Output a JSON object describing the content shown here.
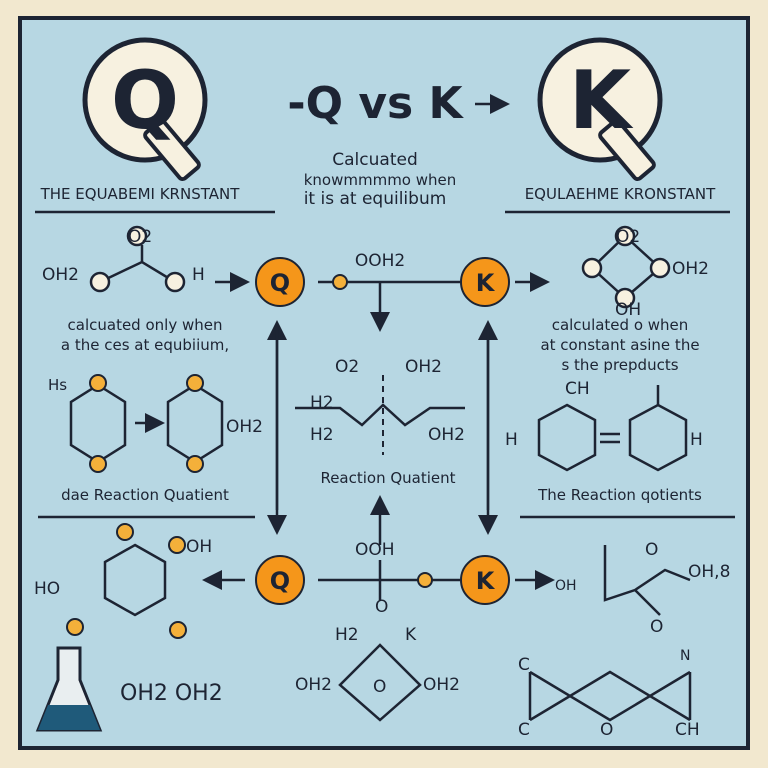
{
  "colors": {
    "background": "#f2e8cf",
    "panel": "#b7d7e3",
    "border": "#1d2433",
    "accent": "#f5961a"
  },
  "header": {
    "q_letter": "Q",
    "k_letter": "K",
    "title": "-Q vs K",
    "left_caption": "THE EQUABEMI KRNSTANT",
    "right_caption": "EQULAEHME KRONSTANT",
    "center_lines": [
      "Calcuated",
      "knowmmmmo when",
      "it is at equilibum"
    ]
  },
  "nodes": {
    "q": "Q",
    "k": "K"
  },
  "left_text": [
    "calcuated only when",
    "a the ces at equbiium,"
  ],
  "right_text": [
    "calculated o when",
    "at constant asine the",
    "s the prepducts"
  ],
  "center_label": "Reaction Quatient",
  "left_label": "dae Reaction Quatient",
  "right_label": "The Reaction qotients",
  "chem": {
    "row1_left": [
      "OH2",
      "O2",
      "H"
    ],
    "row1_center": "OOH2",
    "row1_right": [
      "O2",
      "OH2",
      "OH"
    ],
    "mid_center": [
      "O2",
      "OH2",
      "H2",
      "H2",
      "OH2"
    ],
    "mid_left": [
      "Hs",
      "OH2"
    ],
    "mid_right": [
      "CH",
      "H",
      "H"
    ],
    "bottom_left": [
      "HO",
      "OH",
      "OH2 OH2"
    ],
    "bottom_center": [
      "OOH",
      "O",
      "H2",
      "K",
      "OH2",
      "O",
      "OH2"
    ],
    "bottom_right": [
      "OH",
      "O",
      "OH,8",
      "O",
      "C",
      "N",
      "C",
      "O",
      "CH"
    ]
  },
  "icons": [
    "magnifier-q-icon",
    "magnifier-k-icon",
    "flask-icon",
    "arrow-icon"
  ]
}
